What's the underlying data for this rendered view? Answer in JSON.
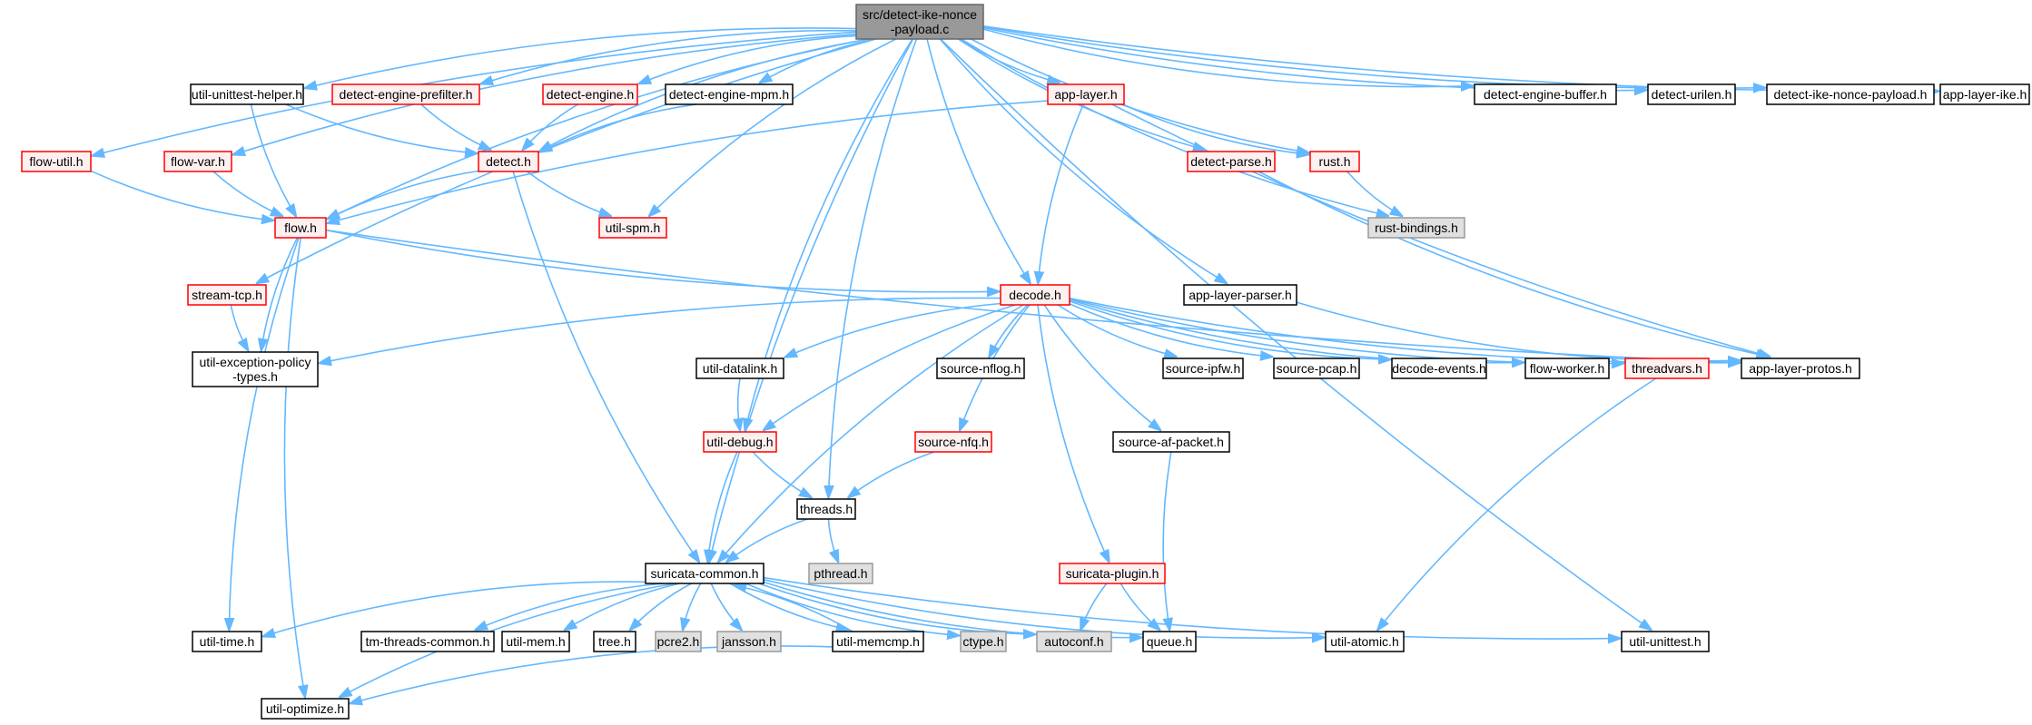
{
  "colors": {
    "edge": "#63b8ff",
    "root_fill": "#999999",
    "root_border": "#666666",
    "doc_fill": "#ffffff",
    "doc_border": "#000000",
    "red_fill": "#fff0f0",
    "red_border": "#ff0000",
    "gray_fill": "#e0e0e0",
    "gray_border": "#999999"
  },
  "nodes": [
    {
      "id": "root",
      "lines": [
        "src/detect-ike-nonce",
        "-payload.c"
      ],
      "style": "root"
    },
    {
      "id": "util-unittest-helper",
      "lines": [
        "util-unittest-helper.h"
      ],
      "style": "doc"
    },
    {
      "id": "detect-engine-prefilter",
      "lines": [
        "detect-engine-prefilter.h"
      ],
      "style": "red"
    },
    {
      "id": "detect-engine",
      "lines": [
        "detect-engine.h"
      ],
      "style": "red"
    },
    {
      "id": "detect-engine-mpm",
      "lines": [
        "detect-engine-mpm.h"
      ],
      "style": "doc"
    },
    {
      "id": "app-layer",
      "lines": [
        "app-layer.h"
      ],
      "style": "red"
    },
    {
      "id": "detect-engine-buffer",
      "lines": [
        "detect-engine-buffer.h"
      ],
      "style": "doc"
    },
    {
      "id": "detect-urilen",
      "lines": [
        "detect-urilen.h"
      ],
      "style": "doc"
    },
    {
      "id": "detect-ike-nonce-payload",
      "lines": [
        "detect-ike-nonce-payload.h"
      ],
      "style": "doc"
    },
    {
      "id": "app-layer-ike",
      "lines": [
        "app-layer-ike.h"
      ],
      "style": "doc"
    },
    {
      "id": "flow-util",
      "lines": [
        "flow-util.h"
      ],
      "style": "red"
    },
    {
      "id": "flow-var",
      "lines": [
        "flow-var.h"
      ],
      "style": "red"
    },
    {
      "id": "detect",
      "lines": [
        "detect.h"
      ],
      "style": "red"
    },
    {
      "id": "detect-parse",
      "lines": [
        "detect-parse.h"
      ],
      "style": "red"
    },
    {
      "id": "rust",
      "lines": [
        "rust.h"
      ],
      "style": "red"
    },
    {
      "id": "flow",
      "lines": [
        "flow.h"
      ],
      "style": "red"
    },
    {
      "id": "util-spm",
      "lines": [
        "util-spm.h"
      ],
      "style": "red"
    },
    {
      "id": "rust-bindings",
      "lines": [
        "rust-bindings.h"
      ],
      "style": "gray"
    },
    {
      "id": "stream-tcp",
      "lines": [
        "stream-tcp.h"
      ],
      "style": "red"
    },
    {
      "id": "decode",
      "lines": [
        "decode.h"
      ],
      "style": "red"
    },
    {
      "id": "app-layer-parser",
      "lines": [
        "app-layer-parser.h"
      ],
      "style": "doc"
    },
    {
      "id": "util-exception-policy-types",
      "lines": [
        "util-exception-policy",
        "-types.h"
      ],
      "style": "doc"
    },
    {
      "id": "util-datalink",
      "lines": [
        "util-datalink.h"
      ],
      "style": "doc"
    },
    {
      "id": "source-nflog",
      "lines": [
        "source-nflog.h"
      ],
      "style": "doc"
    },
    {
      "id": "source-ipfw",
      "lines": [
        "source-ipfw.h"
      ],
      "style": "doc"
    },
    {
      "id": "source-pcap",
      "lines": [
        "source-pcap.h"
      ],
      "style": "doc"
    },
    {
      "id": "decode-events",
      "lines": [
        "decode-events.h"
      ],
      "style": "doc"
    },
    {
      "id": "flow-worker",
      "lines": [
        "flow-worker.h"
      ],
      "style": "doc"
    },
    {
      "id": "threadvars",
      "lines": [
        "threadvars.h"
      ],
      "style": "red"
    },
    {
      "id": "app-layer-protos",
      "lines": [
        "app-layer-protos.h"
      ],
      "style": "doc"
    },
    {
      "id": "util-debug",
      "lines": [
        "util-debug.h"
      ],
      "style": "red"
    },
    {
      "id": "source-nfq",
      "lines": [
        "source-nfq.h"
      ],
      "style": "red"
    },
    {
      "id": "source-af-packet",
      "lines": [
        "source-af-packet.h"
      ],
      "style": "doc"
    },
    {
      "id": "threads",
      "lines": [
        "threads.h"
      ],
      "style": "doc"
    },
    {
      "id": "pthread",
      "lines": [
        "pthread.h"
      ],
      "style": "gray"
    },
    {
      "id": "suricata-common",
      "lines": [
        "suricata-common.h"
      ],
      "style": "doc"
    },
    {
      "id": "suricata-plugin",
      "lines": [
        "suricata-plugin.h"
      ],
      "style": "red"
    },
    {
      "id": "util-time",
      "lines": [
        "util-time.h"
      ],
      "style": "doc"
    },
    {
      "id": "tm-threads-common",
      "lines": [
        "tm-threads-common.h"
      ],
      "style": "doc"
    },
    {
      "id": "util-mem",
      "lines": [
        "util-mem.h"
      ],
      "style": "doc"
    },
    {
      "id": "tree",
      "lines": [
        "tree.h"
      ],
      "style": "doc"
    },
    {
      "id": "pcre2",
      "lines": [
        "pcre2.h"
      ],
      "style": "gray"
    },
    {
      "id": "jansson",
      "lines": [
        "jansson.h"
      ],
      "style": "gray"
    },
    {
      "id": "util-memcmp",
      "lines": [
        "util-memcmp.h"
      ],
      "style": "doc"
    },
    {
      "id": "ctype",
      "lines": [
        "ctype.h"
      ],
      "style": "gray"
    },
    {
      "id": "autoconf",
      "lines": [
        "autoconf.h"
      ],
      "style": "gray"
    },
    {
      "id": "queue",
      "lines": [
        "queue.h"
      ],
      "style": "doc"
    },
    {
      "id": "util-atomic",
      "lines": [
        "util-atomic.h"
      ],
      "style": "doc"
    },
    {
      "id": "util-unittest",
      "lines": [
        "util-unittest.h"
      ],
      "style": "doc"
    },
    {
      "id": "util-optimize",
      "lines": [
        "util-optimize.h"
      ],
      "style": "doc"
    }
  ],
  "edges": [
    [
      "root",
      "util-unittest-helper"
    ],
    [
      "root",
      "detect-engine-prefilter"
    ],
    [
      "root",
      "detect-engine"
    ],
    [
      "root",
      "detect-engine-mpm"
    ],
    [
      "root",
      "app-layer"
    ],
    [
      "root",
      "detect-engine-buffer"
    ],
    [
      "root",
      "detect-urilen"
    ],
    [
      "root",
      "detect-ike-nonce-payload"
    ],
    [
      "root",
      "app-layer-ike"
    ],
    [
      "root",
      "flow-util"
    ],
    [
      "root",
      "flow-var"
    ],
    [
      "root",
      "detect"
    ],
    [
      "root",
      "detect-parse"
    ],
    [
      "root",
      "rust"
    ],
    [
      "root",
      "flow"
    ],
    [
      "root",
      "util-spm"
    ],
    [
      "root",
      "rust-bindings"
    ],
    [
      "root",
      "stream-tcp"
    ],
    [
      "root",
      "decode"
    ],
    [
      "root",
      "app-layer-parser"
    ],
    [
      "root",
      "util-debug"
    ],
    [
      "root",
      "threads"
    ],
    [
      "root",
      "suricata-common"
    ],
    [
      "root",
      "util-unittest"
    ],
    [
      "util-unittest-helper",
      "detect"
    ],
    [
      "util-unittest-helper",
      "flow"
    ],
    [
      "detect-engine-prefilter",
      "detect"
    ],
    [
      "detect-engine",
      "detect"
    ],
    [
      "detect-engine-mpm",
      "detect"
    ],
    [
      "app-layer",
      "flow"
    ],
    [
      "app-layer",
      "rust"
    ],
    [
      "app-layer",
      "decode"
    ],
    [
      "app-layer",
      "app-layer-protos"
    ],
    [
      "flow-util",
      "flow"
    ],
    [
      "flow-var",
      "flow"
    ],
    [
      "detect",
      "flow"
    ],
    [
      "detect",
      "util-spm"
    ],
    [
      "detect",
      "suricata-common"
    ],
    [
      "detect-parse",
      "app-layer-protos"
    ],
    [
      "rust",
      "rust-bindings"
    ],
    [
      "flow",
      "decode"
    ],
    [
      "flow",
      "app-layer-protos"
    ],
    [
      "flow",
      "util-exception-policy-types"
    ],
    [
      "flow",
      "util-time"
    ],
    [
      "flow",
      "util-optimize"
    ],
    [
      "stream-tcp",
      "util-exception-policy-types"
    ],
    [
      "app-layer-parser",
      "app-layer-protos"
    ],
    [
      "decode",
      "util-exception-policy-types"
    ],
    [
      "decode",
      "util-datalink"
    ],
    [
      "decode",
      "source-nflog"
    ],
    [
      "decode",
      "source-ipfw"
    ],
    [
      "decode",
      "source-pcap"
    ],
    [
      "decode",
      "decode-events"
    ],
    [
      "decode",
      "flow-worker"
    ],
    [
      "decode",
      "threadvars"
    ],
    [
      "decode",
      "app-layer-protos"
    ],
    [
      "decode",
      "util-debug"
    ],
    [
      "decode",
      "source-nfq"
    ],
    [
      "decode",
      "source-af-packet"
    ],
    [
      "decode",
      "suricata-common"
    ],
    [
      "decode",
      "suricata-plugin"
    ],
    [
      "util-datalink",
      "util-debug"
    ],
    [
      "util-debug",
      "threads"
    ],
    [
      "util-debug",
      "suricata-common"
    ],
    [
      "source-nfq",
      "threads"
    ],
    [
      "source-af-packet",
      "queue"
    ],
    [
      "threads",
      "pthread"
    ],
    [
      "threads",
      "suricata-common"
    ],
    [
      "threadvars",
      "util-atomic"
    ],
    [
      "suricata-plugin",
      "autoconf"
    ],
    [
      "suricata-plugin",
      "queue"
    ],
    [
      "suricata-common",
      "util-time"
    ],
    [
      "suricata-common",
      "tm-threads-common"
    ],
    [
      "suricata-common",
      "util-mem"
    ],
    [
      "suricata-common",
      "tree"
    ],
    [
      "suricata-common",
      "pcre2"
    ],
    [
      "suricata-common",
      "jansson"
    ],
    [
      "suricata-common",
      "util-memcmp"
    ],
    [
      "suricata-common",
      "ctype"
    ],
    [
      "suricata-common",
      "autoconf"
    ],
    [
      "suricata-common",
      "queue"
    ],
    [
      "suricata-common",
      "util-atomic"
    ],
    [
      "suricata-common",
      "util-unittest"
    ],
    [
      "suricata-common",
      "util-optimize"
    ],
    [
      "util-memcmp",
      "suricata-common"
    ],
    [
      "util-memcmp",
      "util-optimize"
    ]
  ]
}
